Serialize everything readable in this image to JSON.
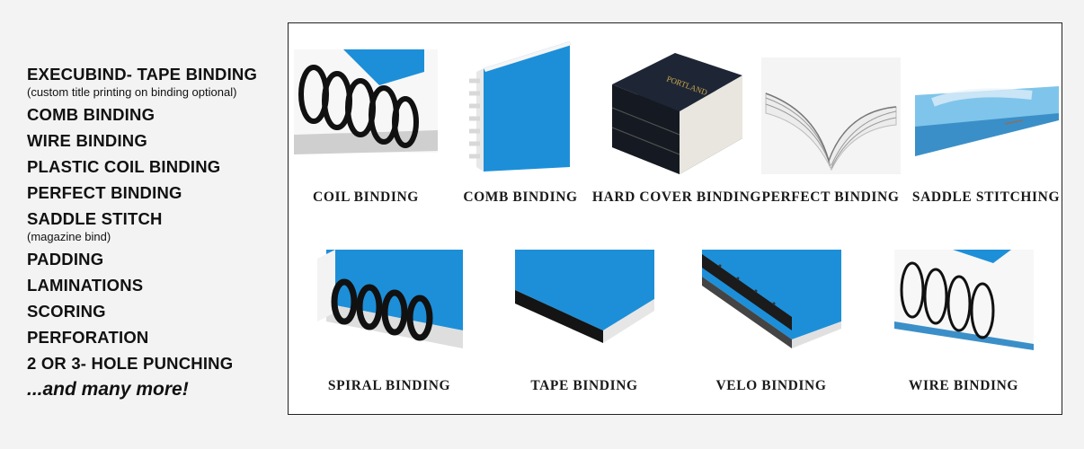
{
  "services": {
    "items": [
      {
        "label": "EXECUBIND- TAPE BINDING",
        "note": "(custom title printing on binding optional)"
      },
      {
        "label": "COMB BINDING"
      },
      {
        "label": "WIRE BINDING"
      },
      {
        "label": "PLASTIC COIL BINDING"
      },
      {
        "label": "PERFECT BINDING"
      },
      {
        "label": "SADDLE STITCH",
        "note": "(magazine bind)"
      },
      {
        "label": "PADDING"
      },
      {
        "label": "LAMINATIONS"
      },
      {
        "label": "SCORING"
      },
      {
        "label": "PERFORATION"
      },
      {
        "label": "2 OR 3- HOLE PUNCHING"
      }
    ],
    "more": "...and many more!"
  },
  "gallery": {
    "row1": [
      {
        "caption": "COIL BINDING"
      },
      {
        "caption": "COMB BINDING"
      },
      {
        "caption": "HARD COVER BINDING"
      },
      {
        "caption": "PERFECT BINDING"
      },
      {
        "caption": "SADDLE STITCHING"
      }
    ],
    "row2": [
      {
        "caption": "SPIRAL BINDING"
      },
      {
        "caption": "TAPE BINDING"
      },
      {
        "caption": "VELO BINDING"
      },
      {
        "caption": "WIRE BINDING"
      }
    ],
    "hardcover_spine_text": "PORTLAND"
  },
  "colors": {
    "accent_blue": "#1d8fd8",
    "ink": "#111111"
  }
}
